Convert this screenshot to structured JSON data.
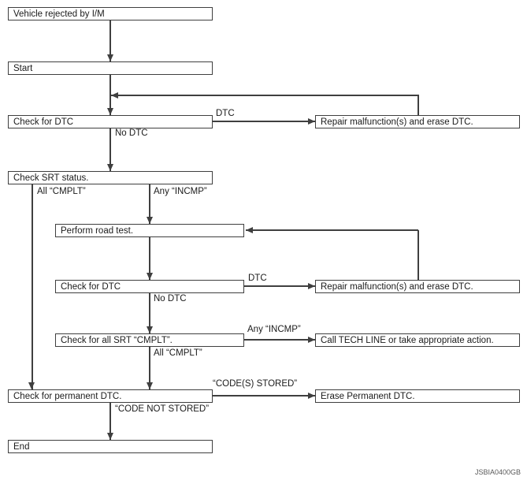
{
  "figure": {
    "id": "JSBIA0400GB"
  },
  "nodes": {
    "vehicle_rejected": {
      "label": "Vehicle rejected by I/M"
    },
    "start": {
      "label": "Start"
    },
    "check_dtc_1": {
      "label": "Check for DTC"
    },
    "repair_erase_1": {
      "label": "Repair malfunction(s) and erase DTC."
    },
    "check_srt": {
      "label": "Check SRT status."
    },
    "road_test": {
      "label": "Perform road test."
    },
    "check_dtc_2": {
      "label": "Check for DTC"
    },
    "repair_erase_2": {
      "label": "Repair malfunction(s) and erase DTC."
    },
    "check_all_srt": {
      "label": "Check for all SRT “CMPLT”."
    },
    "call_tech_line": {
      "label": "Call TECH LINE or take appropriate action."
    },
    "check_permanent_dtc": {
      "label": "Check for permanent DTC."
    },
    "erase_permanent_dtc": {
      "label": "Erase Permanent DTC."
    },
    "end": {
      "label": "End"
    }
  },
  "edge_labels": {
    "dtc_1": "DTC",
    "no_dtc_1": "No DTC",
    "all_cmplt_1": "All “CMPLT”",
    "any_incmp_1": "Any “INCMP”",
    "dtc_2": "DTC",
    "no_dtc_2": "No DTC",
    "any_incmp_2": "Any “INCMP”",
    "all_cmplt_2": "All “CMPLT”",
    "codes_stored": "“CODE(S) STORED”",
    "code_not_stored": "“CODE NOT STORED”"
  },
  "edges": [
    {
      "from": "vehicle_rejected",
      "to": "start",
      "label": ""
    },
    {
      "from": "start",
      "to": "check_dtc_1",
      "label": ""
    },
    {
      "from": "check_dtc_1",
      "to": "repair_erase_1",
      "label": "DTC"
    },
    {
      "from": "repair_erase_1",
      "to": "check_dtc_1",
      "label": ""
    },
    {
      "from": "check_dtc_1",
      "to": "check_srt",
      "label": "No DTC"
    },
    {
      "from": "check_srt",
      "to": "check_permanent_dtc",
      "label": "All “CMPLT”"
    },
    {
      "from": "check_srt",
      "to": "road_test",
      "label": "Any “INCMP”"
    },
    {
      "from": "road_test",
      "to": "check_dtc_2",
      "label": ""
    },
    {
      "from": "check_dtc_2",
      "to": "repair_erase_2",
      "label": "DTC"
    },
    {
      "from": "repair_erase_2",
      "to": "road_test",
      "label": ""
    },
    {
      "from": "check_dtc_2",
      "to": "check_all_srt",
      "label": "No DTC"
    },
    {
      "from": "check_all_srt",
      "to": "call_tech_line",
      "label": "Any “INCMP”"
    },
    {
      "from": "check_all_srt",
      "to": "check_permanent_dtc",
      "label": "All “CMPLT”"
    },
    {
      "from": "check_permanent_dtc",
      "to": "erase_permanent_dtc",
      "label": "“CODE(S) STORED”"
    },
    {
      "from": "check_permanent_dtc",
      "to": "end",
      "label": "“CODE NOT STORED”"
    }
  ],
  "colors": {
    "line": "#3f3f3f",
    "background": "#ffffff",
    "text": "#1b1b1b"
  }
}
